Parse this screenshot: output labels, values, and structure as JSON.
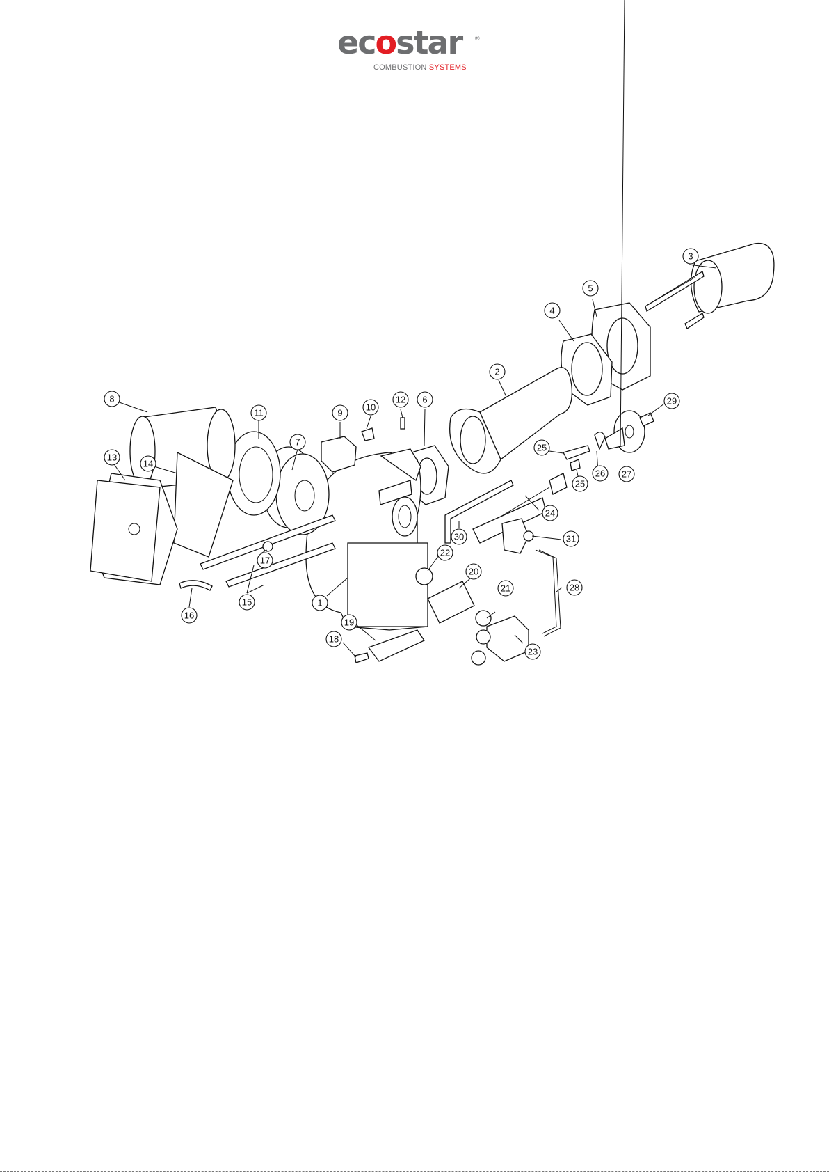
{
  "brand": {
    "wordmark_pre": "ec",
    "wordmark_accent": "o",
    "wordmark_post": "star",
    "registered": "®",
    "tagline_main": "COMBUSTION",
    "tagline_accent": "SYSTEMS",
    "colors": {
      "grey": "#6d6e70",
      "red": "#e31e24"
    }
  },
  "callouts": [
    "1",
    "2",
    "3",
    "4",
    "5",
    "6",
    "7",
    "8",
    "9",
    "10",
    "11",
    "12",
    "13",
    "14",
    "15",
    "16",
    "17",
    "18",
    "19",
    "20",
    "21",
    "22",
    "23",
    "24",
    "25",
    "25",
    "26",
    "27",
    "28",
    "29",
    "30",
    "31"
  ]
}
